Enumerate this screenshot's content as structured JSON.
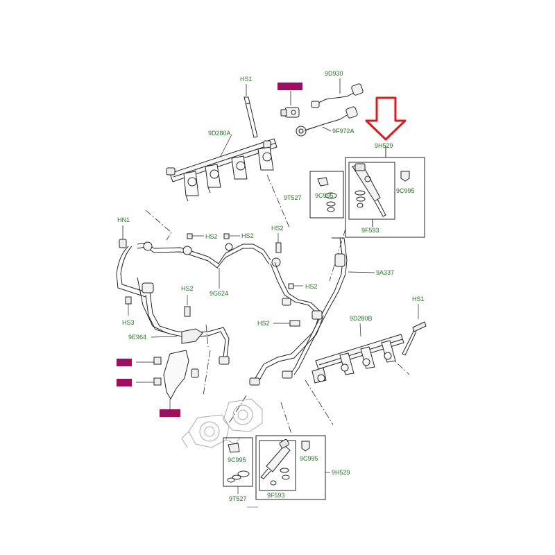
{
  "colors": {
    "label": "#1e7a1e",
    "highlight_bg": "#c0004a",
    "highlight_text": "#3a3aa8",
    "arrow": "#e01818",
    "line": "#222222",
    "ghost": "#aaaaaa"
  },
  "labels": {
    "hs1_top": "HS1",
    "p9f972b": "9F972B",
    "p9d930": "9D930",
    "p9d280a": "9D280A",
    "p9f972a": "9F972A",
    "p9h529_top": "9H529",
    "p9t527_top": "9T527",
    "p9c995_a": "9C995",
    "p9c995_b": "9C995",
    "p9f593_top": "9F593",
    "hn1": "HN1",
    "hs2_a": "HS2",
    "hs2_b": "HS2",
    "hs2_c": "HS2",
    "p9g624": "9G624",
    "hs2_d": "HS2",
    "p9a337": "9A337",
    "hs2_e": "HS2",
    "hs3": "HS3",
    "hs2_f": "HS2",
    "hs1_right": "HS1",
    "p9d280b": "9D280B",
    "p9e964": "9E964",
    "hb1": "HB1",
    "hb2": "HB2",
    "p9b007": "9B007",
    "p9c995_c": "9C995",
    "p9c995_d": "9C995",
    "p9h529_bot": "9H529",
    "p9t527_bot": "9T527",
    "p9f593_bot": "9F593"
  }
}
